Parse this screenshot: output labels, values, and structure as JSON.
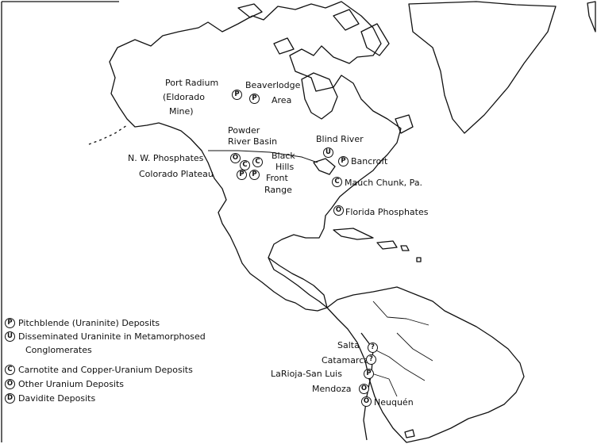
{
  "map": {
    "places": {
      "port_radium": "Port Radium",
      "eldorado_mine_open": "(Eldorado",
      "eldorado_mine_close": "Mine)",
      "beaverlodge": "Beaverlodge",
      "area": "Area",
      "powder_river": "Powder",
      "river_basin": "River Basin",
      "blind_river": "Blind River",
      "nw_phosphates": "N. W. Phosphates",
      "black": "Black",
      "hills": "Hills",
      "colorado_plateau": "Colorado Plateau",
      "front": "Front",
      "range": "Range",
      "bancroft": "Bancroft",
      "mauch_chunk": "Mauch Chunk, Pa.",
      "florida_phosphates": "Florida Phosphates",
      "salta": "Salta",
      "catamarca": "Catamarca",
      "lariojas_san_luis": "LaRioja-San Luis",
      "mendoza": "Mendoza",
      "neuquen": "Neuquén"
    },
    "markers": {
      "port_radium": "P",
      "beaverlodge": "P",
      "nw_phosphates": "O",
      "powder_c": "C",
      "black_hills": "C",
      "colorado_plateau": "P",
      "front_range": "P",
      "blind_river": "U",
      "bancroft": "P",
      "mauch_chunk": "C",
      "florida": "O",
      "salta": "?",
      "catamarca": "?",
      "lariojas": "P",
      "mendoza": "O",
      "neuquen": "O"
    }
  },
  "legend": {
    "items": [
      {
        "symbol": "P",
        "text": "Pitchblende (Uraninite) Deposits"
      },
      {
        "symbol": "U",
        "text": "Disseminated Uraninite in Metamorphosed"
      },
      {
        "symbol": "",
        "text": "Conglomerates"
      },
      {
        "symbol": "C",
        "text": "Carnotite and Copper-Uranium Deposits"
      },
      {
        "symbol": "O",
        "text": "Other Uranium Deposits"
      },
      {
        "symbol": "D",
        "text": "Davidite Deposits"
      }
    ]
  }
}
